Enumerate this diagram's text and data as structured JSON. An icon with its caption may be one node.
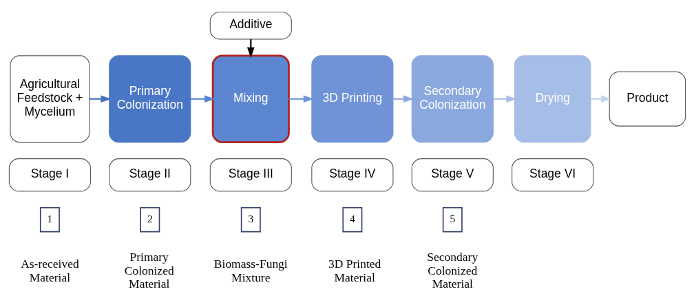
{
  "diagram": {
    "nodes": [
      {
        "text": [
          "Agricultural Feedstock + Mycelium"
        ]
      },
      {
        "text": [
          "Primary Colonization"
        ]
      },
      {
        "text": [
          "Mixing"
        ]
      },
      {
        "text": [
          "3D Printing"
        ]
      },
      {
        "text": [
          "Secondary Colonization"
        ]
      },
      {
        "text": [
          "Drying"
        ]
      },
      {
        "text": [
          "Product"
        ]
      },
      {
        "text": [
          "Additive"
        ]
      },
      {
        "text": [
          "Stage I"
        ]
      },
      {
        "text": [
          "Stage II"
        ]
      },
      {
        "text": [
          "Stage III"
        ]
      },
      {
        "text": [
          "Stage IV"
        ]
      },
      {
        "text": [
          "Stage V"
        ]
      },
      {
        "text": [
          "Stage VI"
        ]
      },
      {
        "text": [
          "1"
        ],
        "beside": [
          "As-received Material"
        ]
      },
      {
        "text": [
          "2"
        ],
        "beside": [
          "Primary Colonized Material"
        ]
      },
      {
        "text": [
          "3"
        ],
        "beside": [
          "Biomass-Fungi Mixture"
        ]
      },
      {
        "text": [
          "4"
        ],
        "beside": [
          "3D Printed Material"
        ]
      },
      {
        "text": [
          "5"
        ],
        "beside": [
          "Secondary Colonized Material"
        ]
      }
    ],
    "edges": [
      {
        "from": 0,
        "to": 1,
        "arrow": "to",
        "color": "#4472c4"
      },
      {
        "from": 1,
        "to": 2,
        "arrow": "to",
        "color": "#5a85d0"
      },
      {
        "from": 2,
        "to": 3,
        "arrow": "to",
        "color": "#7095d8"
      },
      {
        "from": 3,
        "to": 4,
        "arrow": "to",
        "color": "#8caae0"
      },
      {
        "from": 4,
        "to": 5,
        "arrow": "to",
        "color": "#a9bfe8"
      },
      {
        "from": 5,
        "to": 6,
        "arrow": "to",
        "color": "#c6d4f0"
      },
      {
        "from": 7,
        "to": 2,
        "arrow": "to",
        "color": "#000000"
      }
    ]
  }
}
